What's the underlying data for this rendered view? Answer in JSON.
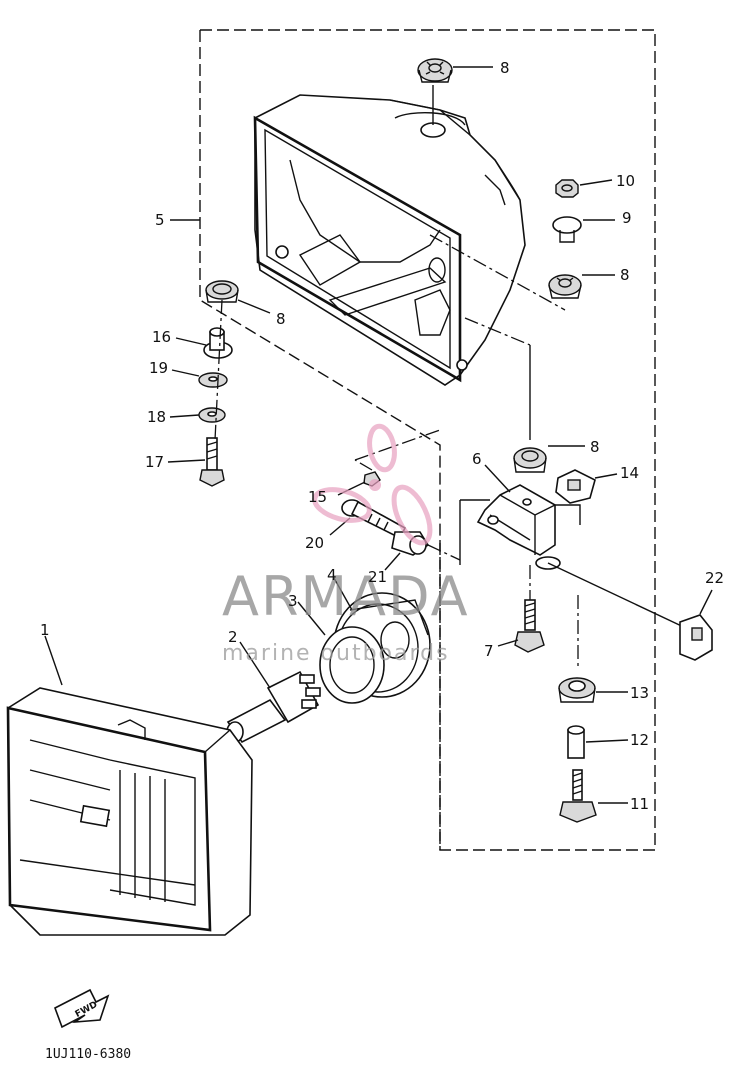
{
  "callouts": {
    "c1": "1",
    "c2": "2",
    "c3": "3",
    "c4": "4",
    "c5": "5",
    "c6": "6",
    "c7": "7",
    "c8a": "8",
    "c8b": "8",
    "c8c": "8",
    "c8d": "8",
    "c9": "9",
    "c10": "10",
    "c11": "11",
    "c12": "12",
    "c13": "13",
    "c14": "14",
    "c15": "15",
    "c16": "16",
    "c17": "17",
    "c18": "18",
    "c19": "19",
    "c20": "20",
    "c21": "21",
    "c22": "22"
  },
  "diagram_code": "1UJ110-6380",
  "fwd_label": "FWD",
  "watermark": {
    "brand": "ARMADA",
    "tagline": "marine outboards",
    "logo_color": "#e8a0c0",
    "text_color": "#8a8a8a"
  }
}
